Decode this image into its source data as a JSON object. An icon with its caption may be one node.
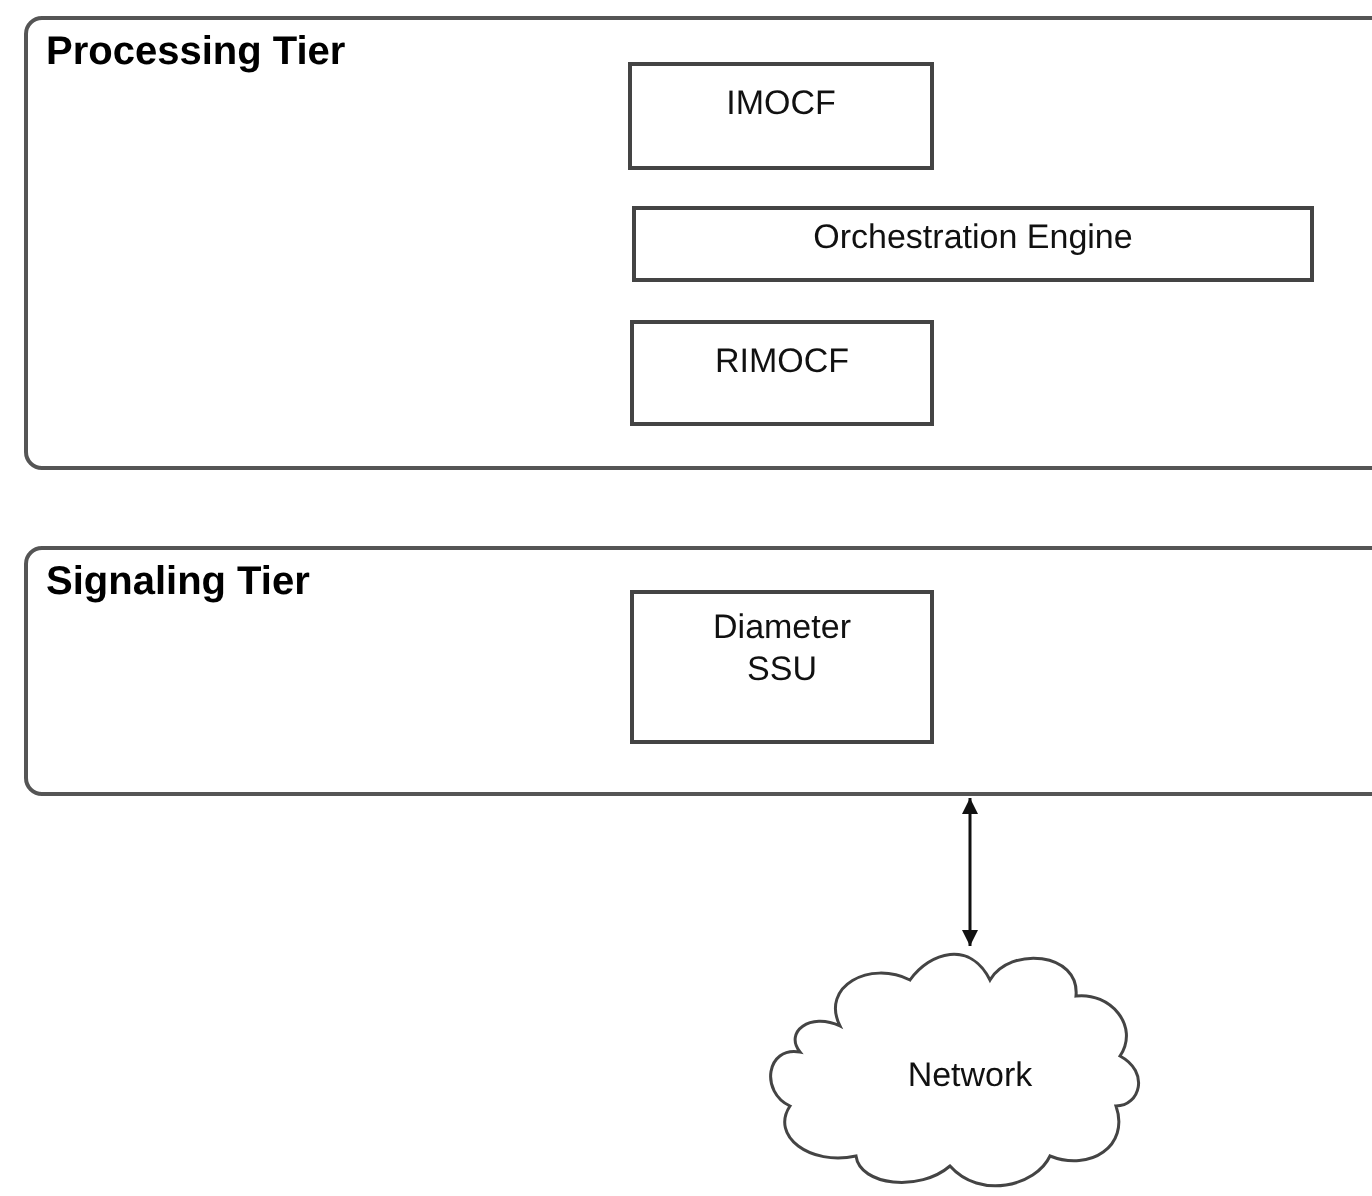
{
  "diagram": {
    "nodes": [
      {
        "text": [
          "Processing Tier"
        ]
      },
      {
        "text": [
          "IMOCF"
        ],
        "in": 0
      },
      {
        "text": [
          "Orchestration Engine"
        ],
        "in": 0
      },
      {
        "text": [
          "RIMOCF"
        ],
        "in": 0
      },
      {
        "text": [
          "Signaling Tier"
        ]
      },
      {
        "text": [
          "Diameter SSU"
        ],
        "in": 4
      },
      {
        "text": [
          "Network"
        ]
      }
    ],
    "edges": [
      {
        "from": 4,
        "to": 6,
        "arrow": "both"
      }
    ]
  }
}
